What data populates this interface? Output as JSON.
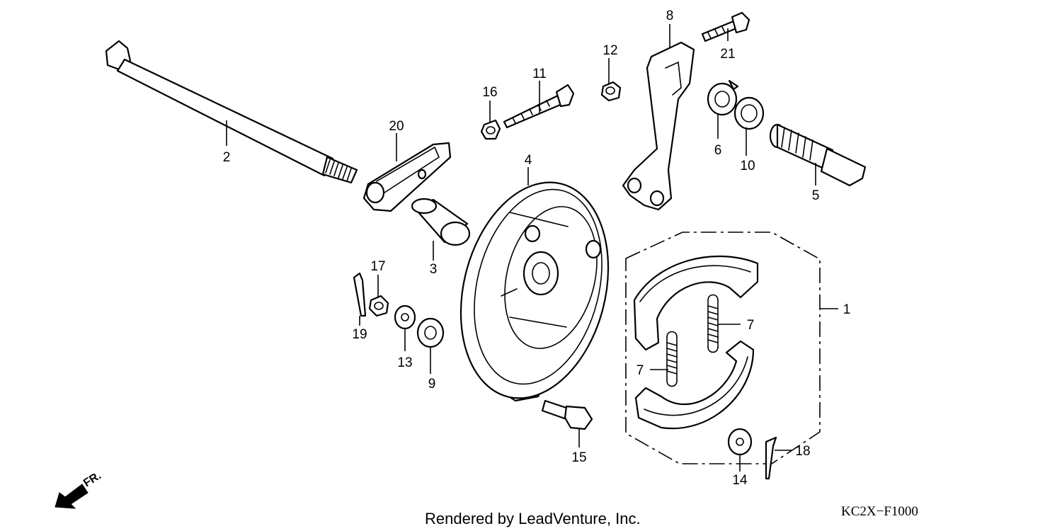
{
  "callouts": [
    {
      "id": "c1",
      "label": "1"
    },
    {
      "id": "c2",
      "label": "2"
    },
    {
      "id": "c3",
      "label": "3"
    },
    {
      "id": "c4",
      "label": "4"
    },
    {
      "id": "c5",
      "label": "5"
    },
    {
      "id": "c6",
      "label": "6"
    },
    {
      "id": "c7a",
      "label": "7"
    },
    {
      "id": "c7b",
      "label": "7"
    },
    {
      "id": "c8",
      "label": "8"
    },
    {
      "id": "c9",
      "label": "9"
    },
    {
      "id": "c10",
      "label": "10"
    },
    {
      "id": "c11",
      "label": "11"
    },
    {
      "id": "c12",
      "label": "12"
    },
    {
      "id": "c13",
      "label": "13"
    },
    {
      "id": "c14",
      "label": "14"
    },
    {
      "id": "c15",
      "label": "15"
    },
    {
      "id": "c16",
      "label": "16"
    },
    {
      "id": "c17",
      "label": "17"
    },
    {
      "id": "c18",
      "label": "18"
    },
    {
      "id": "c19",
      "label": "19"
    },
    {
      "id": "c20",
      "label": "20"
    },
    {
      "id": "c21",
      "label": "21"
    }
  ],
  "footer": {
    "rendered_by": "Rendered by LeadVenture, Inc.",
    "diagram_code": "KC2X−F1000",
    "direction_label": "FR."
  },
  "direction_icon": "front-direction-arrow-icon"
}
